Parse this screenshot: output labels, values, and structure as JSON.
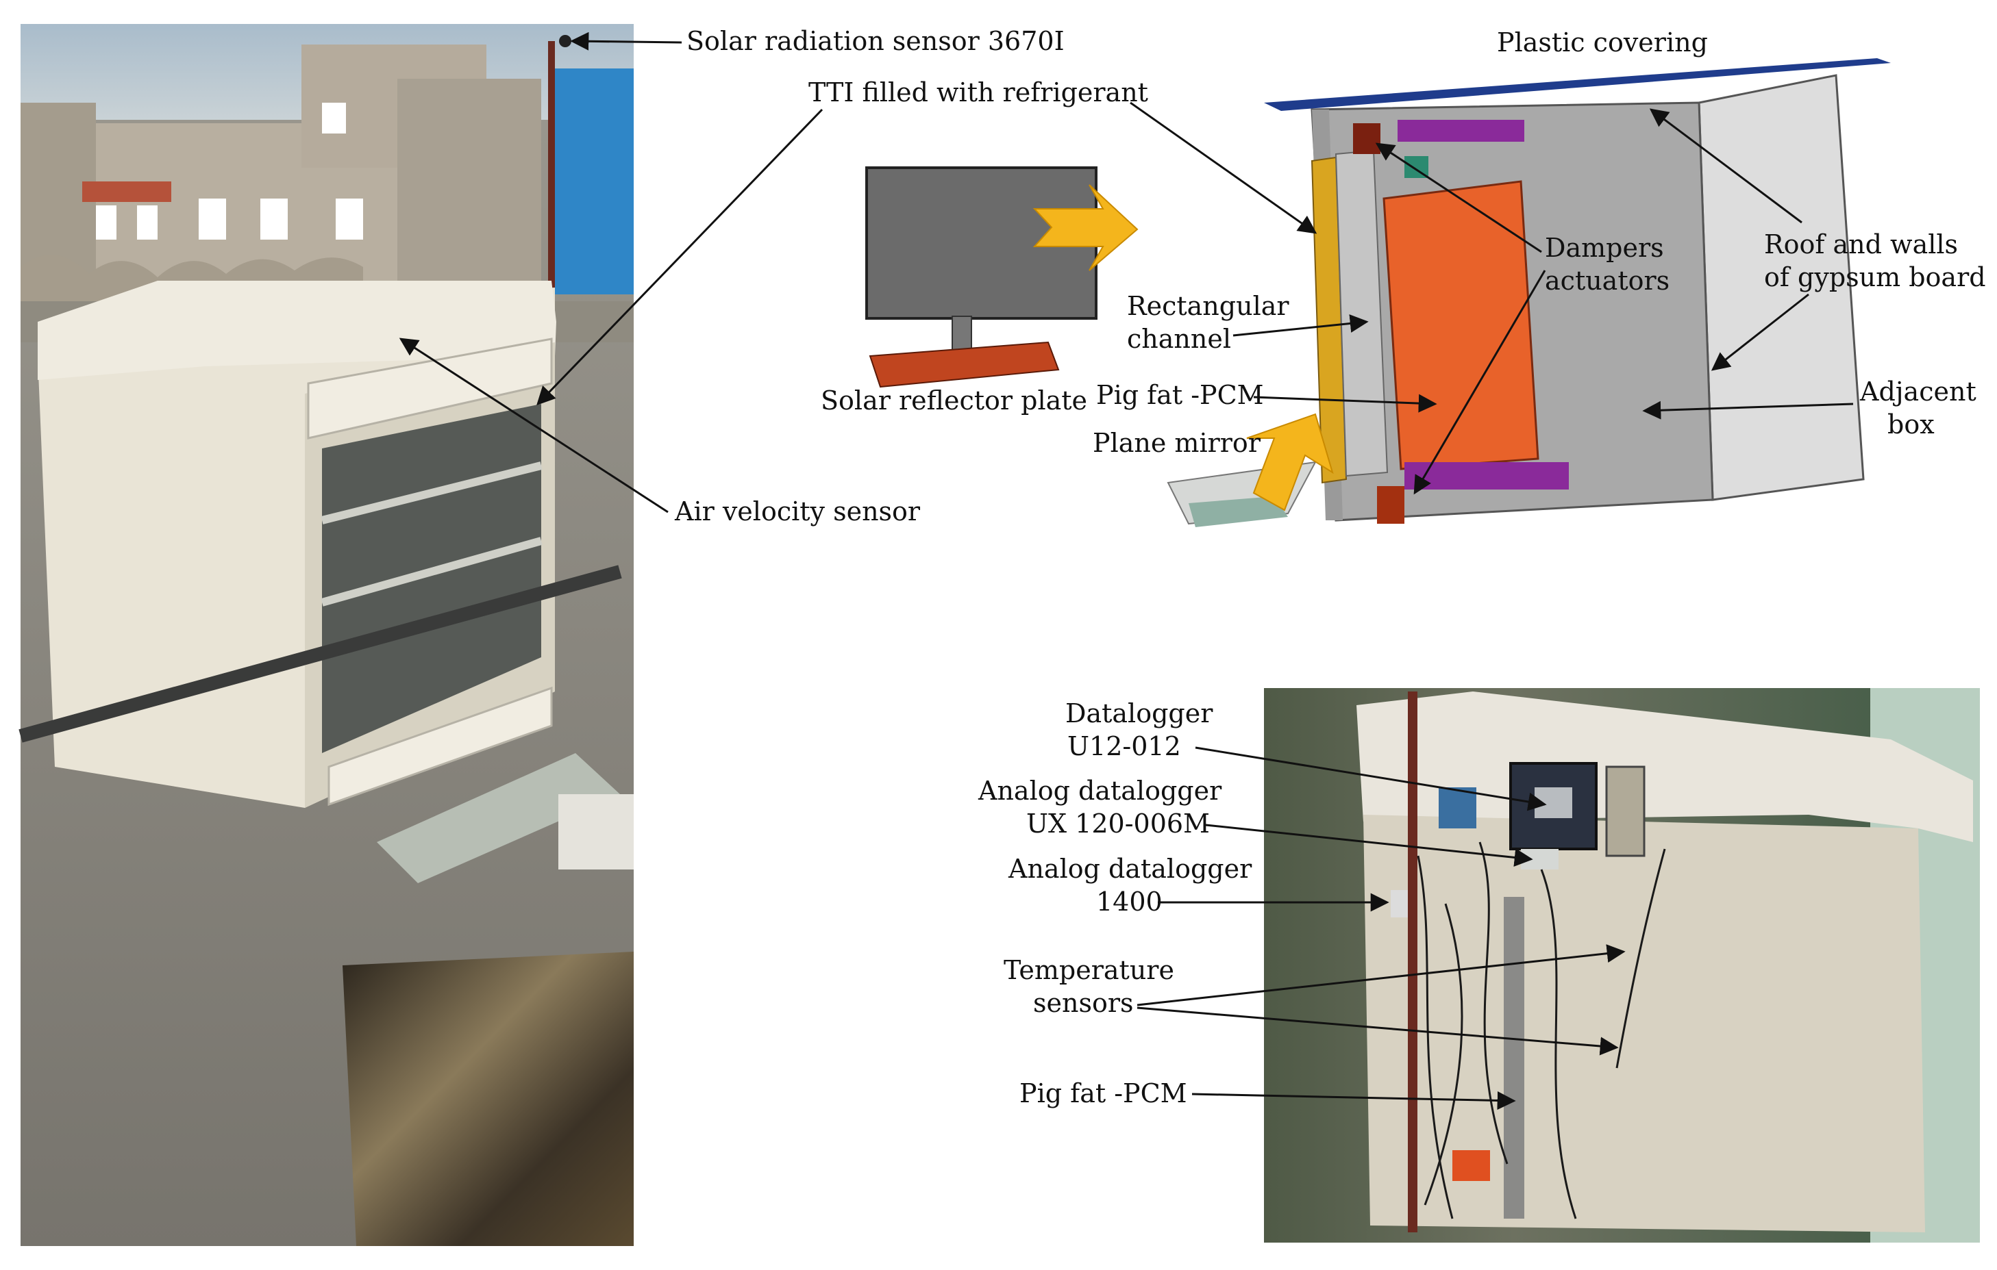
{
  "labels": {
    "solar_sensor": "Solar radiation sensor 3670I",
    "tti": "TTI filled with refrigerant",
    "air_velocity": "Air velocity sensor",
    "plastic_covering": "Plastic covering",
    "dampers_1": "Dampers",
    "dampers_2": "actuators",
    "roof_1": "Roof and walls",
    "roof_2": "of gypsum board",
    "rect_1": "Rectangular",
    "rect_2": "channel",
    "solar_reflector": "Solar reflector plate",
    "pigfat_diagram": "Pig fat -PCM",
    "plane_mirror": "Plane mirror",
    "adjacent_1": "Adjacent",
    "adjacent_2": "box",
    "datalogger_1": "Datalogger",
    "datalogger_2": "U12-012",
    "analog1_1": "Analog datalogger",
    "analog1_2": "UX 120-006M",
    "analog2_1": "Analog datalogger",
    "analog2_2": "1400",
    "temp_1": "Temperature",
    "temp_2": "sensors",
    "pigfat_photo": "Pig fat -PCM"
  },
  "colors": {
    "sky": "#b9c8d2",
    "roof_concrete": "#8c8a84",
    "box_white": "#e8e4d8",
    "plastic_covering": "#1f3c8c",
    "pcm_orange": "#e8622a",
    "channel_yellow": "#d9a520",
    "damper_purple": "#8a2a9a",
    "arrow_yellow": "#f4b51c",
    "reflector_red": "#c0451f",
    "monitor_gray": "#6b6b6b",
    "wall_gray": "#a8a8a8",
    "adjacent_light": "#dcdcdc"
  },
  "icons": {
    "arrow": "yellow-solar-arrow",
    "monitor": "solar-reflector-plate-shape"
  }
}
